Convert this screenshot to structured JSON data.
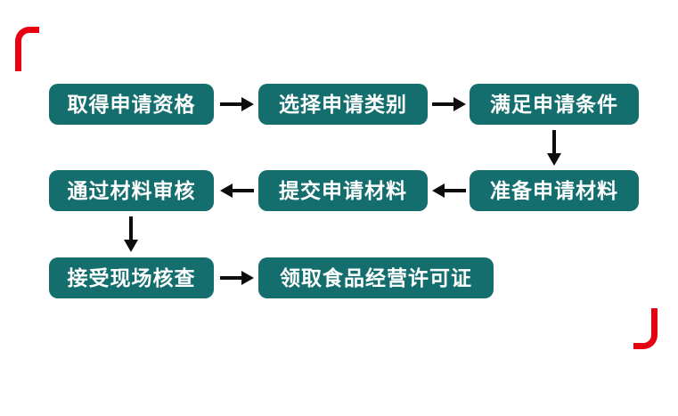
{
  "diagram": {
    "type": "flowchart",
    "nodes": [
      {
        "label": "取得申请资格"
      },
      {
        "label": "选择申请类别"
      },
      {
        "label": "满足申请条件"
      },
      {
        "label": "准备申请材料"
      },
      {
        "label": "提交申请材料"
      },
      {
        "label": "通过材料审核"
      },
      {
        "label": "接受现场核查"
      },
      {
        "label": "领取食品经营许可证"
      }
    ],
    "edges": [
      {
        "from": 0,
        "to": 1,
        "direction": "right"
      },
      {
        "from": 1,
        "to": 2,
        "direction": "right"
      },
      {
        "from": 2,
        "to": 3,
        "direction": "down"
      },
      {
        "from": 3,
        "to": 4,
        "direction": "left"
      },
      {
        "from": 4,
        "to": 5,
        "direction": "left"
      },
      {
        "from": 5,
        "to": 6,
        "direction": "down"
      },
      {
        "from": 6,
        "to": 7,
        "direction": "right"
      }
    ],
    "colors": {
      "node_bg": "#156e6e",
      "node_text": "#ffffff",
      "arrow": "#0d0d0d",
      "corner_mark": "#e60012",
      "background": "#ffffff"
    }
  }
}
